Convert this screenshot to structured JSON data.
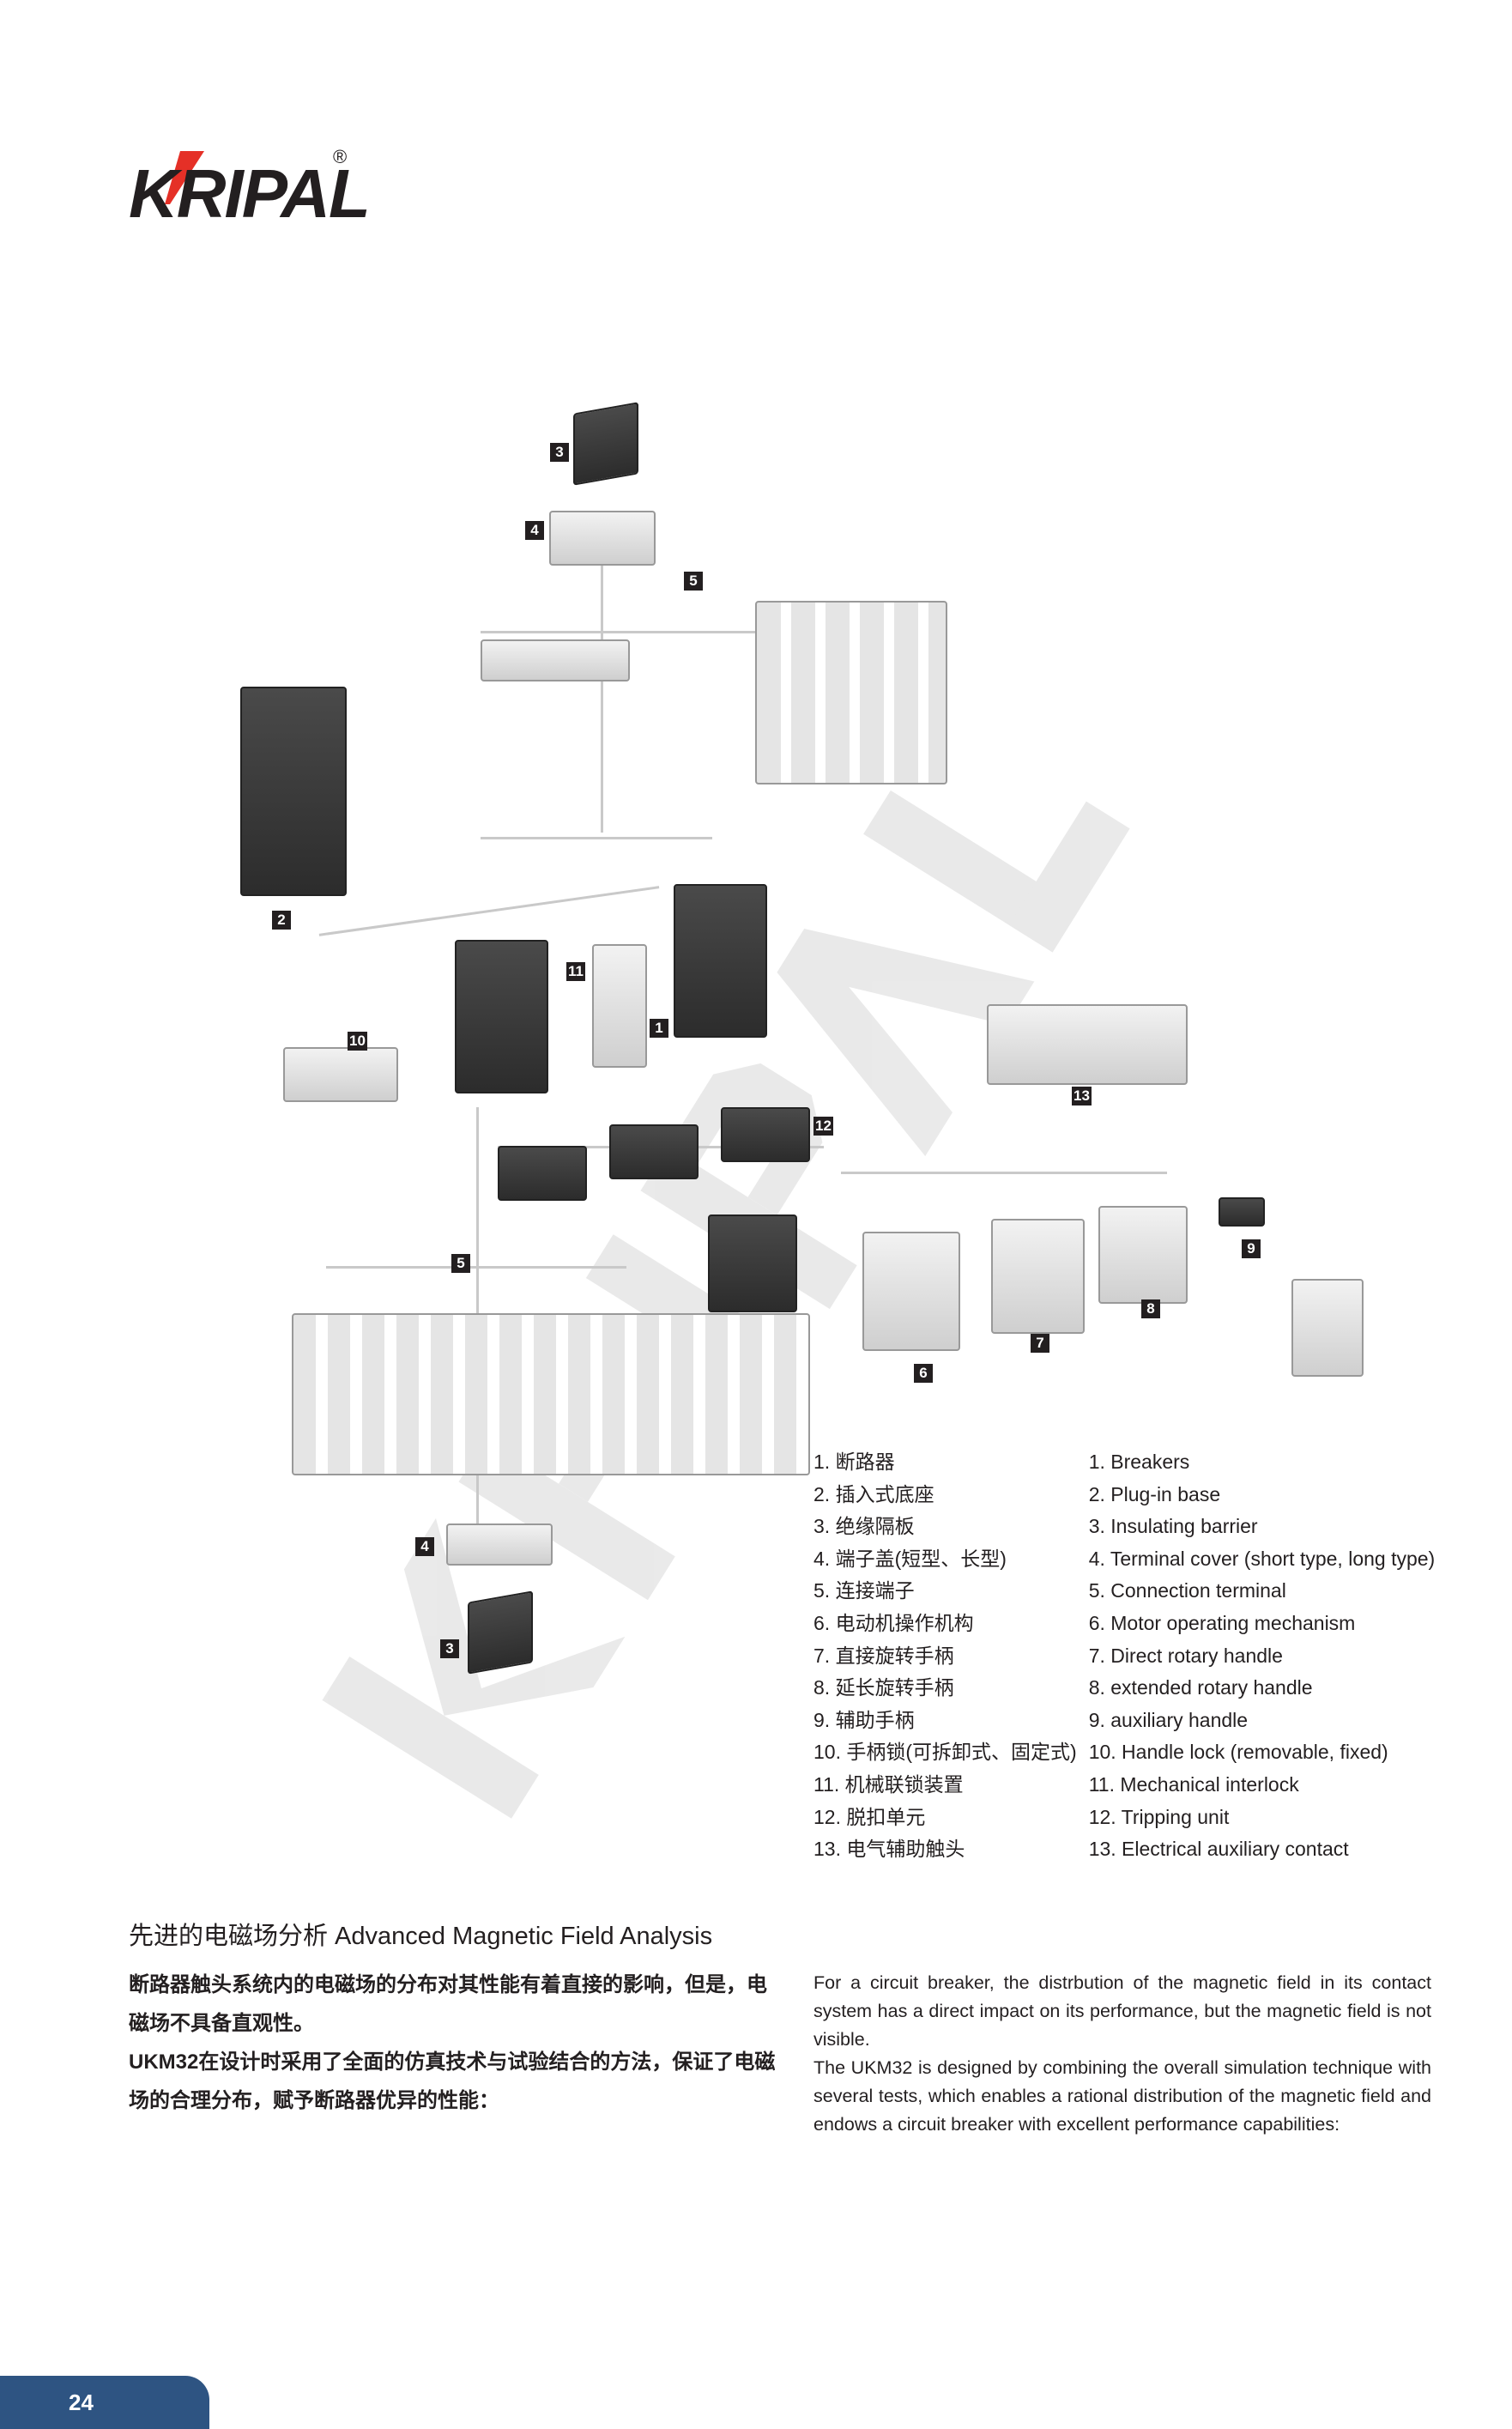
{
  "brand": {
    "logo_text": "KRIPAL",
    "registered": "®",
    "accent": "#e53027"
  },
  "watermark": "KRIPAL",
  "diagram": {
    "markers": [
      "1",
      "2",
      "3",
      "4",
      "5",
      "6",
      "7",
      "8",
      "9",
      "10",
      "11",
      "12",
      "13"
    ]
  },
  "legend": {
    "cn": [
      "1. 断路器",
      "2. 插入式底座",
      "3. 绝缘隔板",
      "4. 端子盖(短型、长型)",
      "5. 连接端子",
      "6. 电动机操作机构",
      "7. 直接旋转手柄",
      "8. 延长旋转手柄",
      "9. 辅助手柄",
      "10. 手柄锁(可拆卸式、固定式)",
      "11. 机械联锁装置",
      "12. 脱扣单元",
      "13. 电气辅助触头"
    ],
    "en": [
      "1. Breakers",
      "2. Plug-in base",
      "3. Insulating barrier",
      "4. Terminal cover (short type, long type)",
      "5. Connection terminal",
      "6. Motor operating mechanism",
      "7. Direct rotary handle",
      "8. extended rotary handle",
      "9. auxiliary handle",
      "10. Handle lock (removable, fixed)",
      "11. Mechanical interlock",
      "12. Tripping unit",
      "13. Electrical auxiliary contact"
    ]
  },
  "section": {
    "title": "先进的电磁场分析 Advanced Magnetic Field Analysis",
    "cn": [
      "断路器触头系统内的电磁场的分布对其性能有着直接的影响，但是，电磁场不具备直观性。",
      "UKM32在设计时采用了全面的仿真技术与试验结合的方法，保证了电磁场的合理分布，赋予断路器优异的性能："
    ],
    "en": [
      "For a circuit breaker, the distrbution of the magnetic field in its contact system has a direct impact on its performance, but the magnetic field is not visible.",
      "The UKM32 is designed by combining the overall simulation technique with several tests, which enables a rational distribution of the magnetic field and endows a circuit breaker with excellent performance capabilities:"
    ]
  },
  "page_number": "24",
  "colors": {
    "page_tab": "#2e5482",
    "text": "#231f20"
  }
}
